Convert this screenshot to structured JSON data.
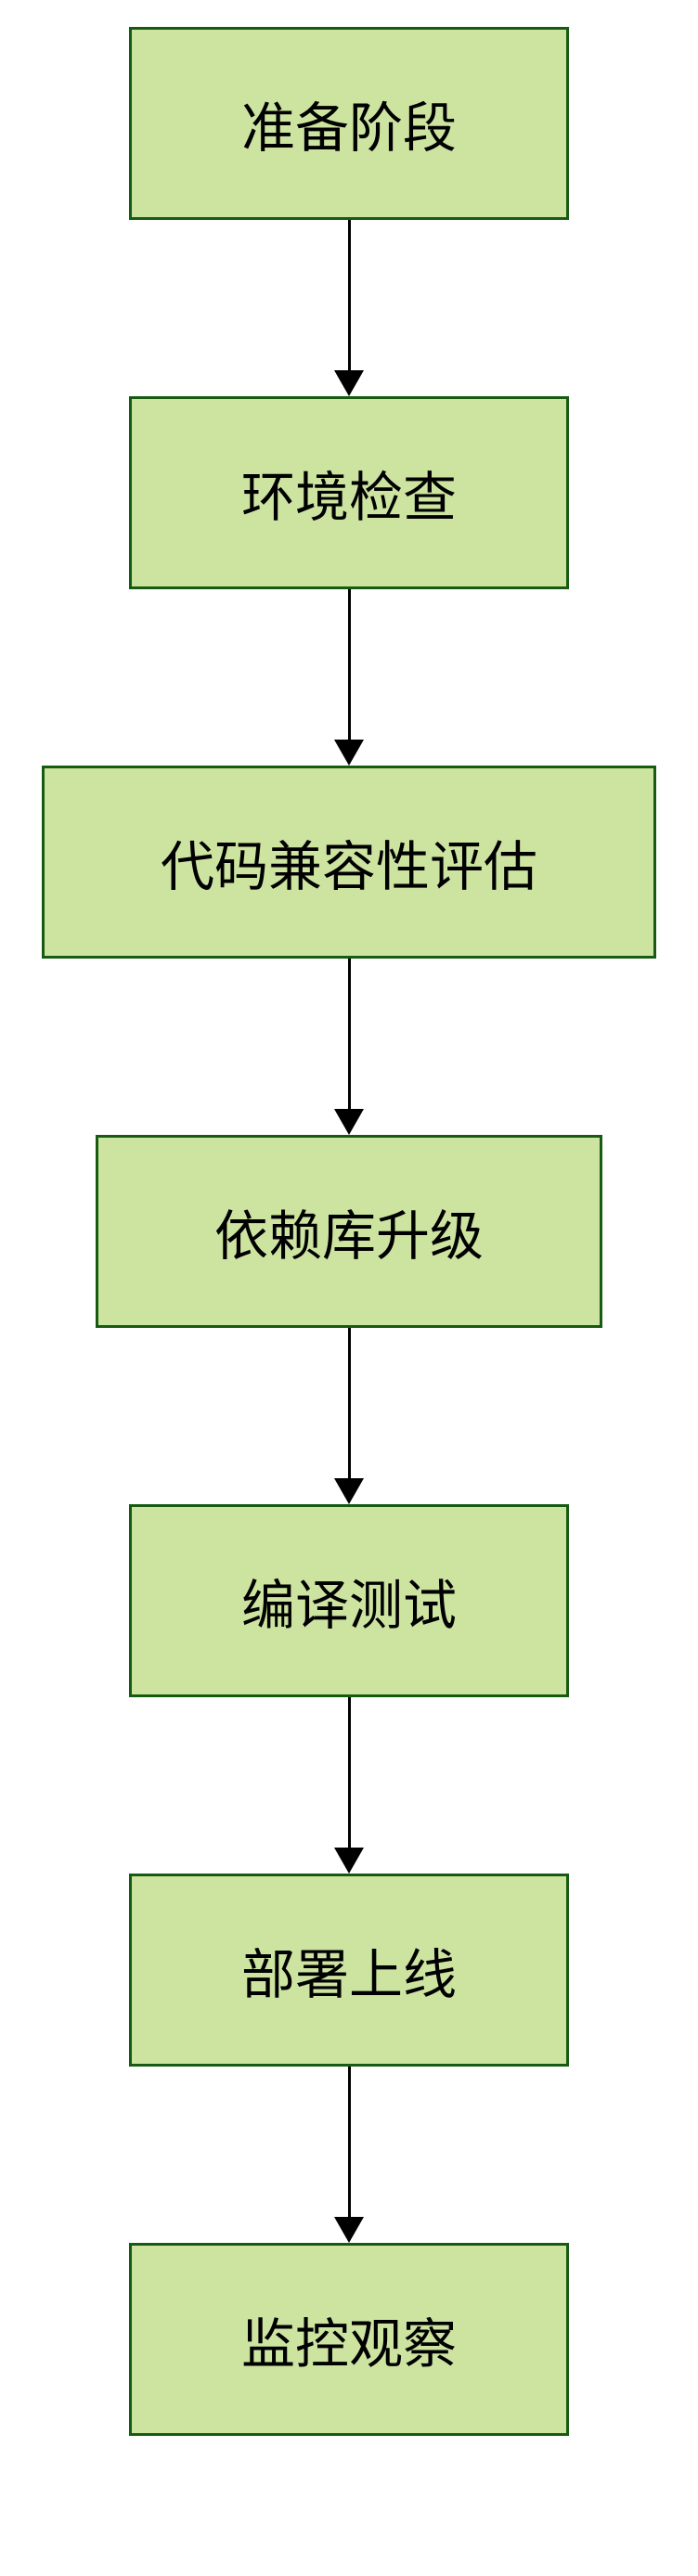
{
  "flowchart": {
    "direction": "top-to-bottom",
    "nodes": [
      {
        "id": "preparation",
        "label": "准备阶段"
      },
      {
        "id": "environment-check",
        "label": "环境检查"
      },
      {
        "id": "code-compatibility",
        "label": "代码兼容性评估"
      },
      {
        "id": "dependency-upgrade",
        "label": "依赖库升级"
      },
      {
        "id": "compile-test",
        "label": "编译测试"
      },
      {
        "id": "deploy-launch",
        "label": "部署上线"
      },
      {
        "id": "monitor-observe",
        "label": "监控观察"
      }
    ],
    "edges": [
      {
        "from": "preparation",
        "to": "environment-check"
      },
      {
        "from": "environment-check",
        "to": "code-compatibility"
      },
      {
        "from": "code-compatibility",
        "to": "dependency-upgrade"
      },
      {
        "from": "dependency-upgrade",
        "to": "compile-test"
      },
      {
        "from": "compile-test",
        "to": "deploy-launch"
      },
      {
        "from": "deploy-launch",
        "to": "monitor-observe"
      }
    ],
    "colors": {
      "node_fill": "#cde4a1",
      "node_border": "#175b12",
      "arrow": "#000000",
      "text": "#000000",
      "background": "#ffffff"
    }
  }
}
